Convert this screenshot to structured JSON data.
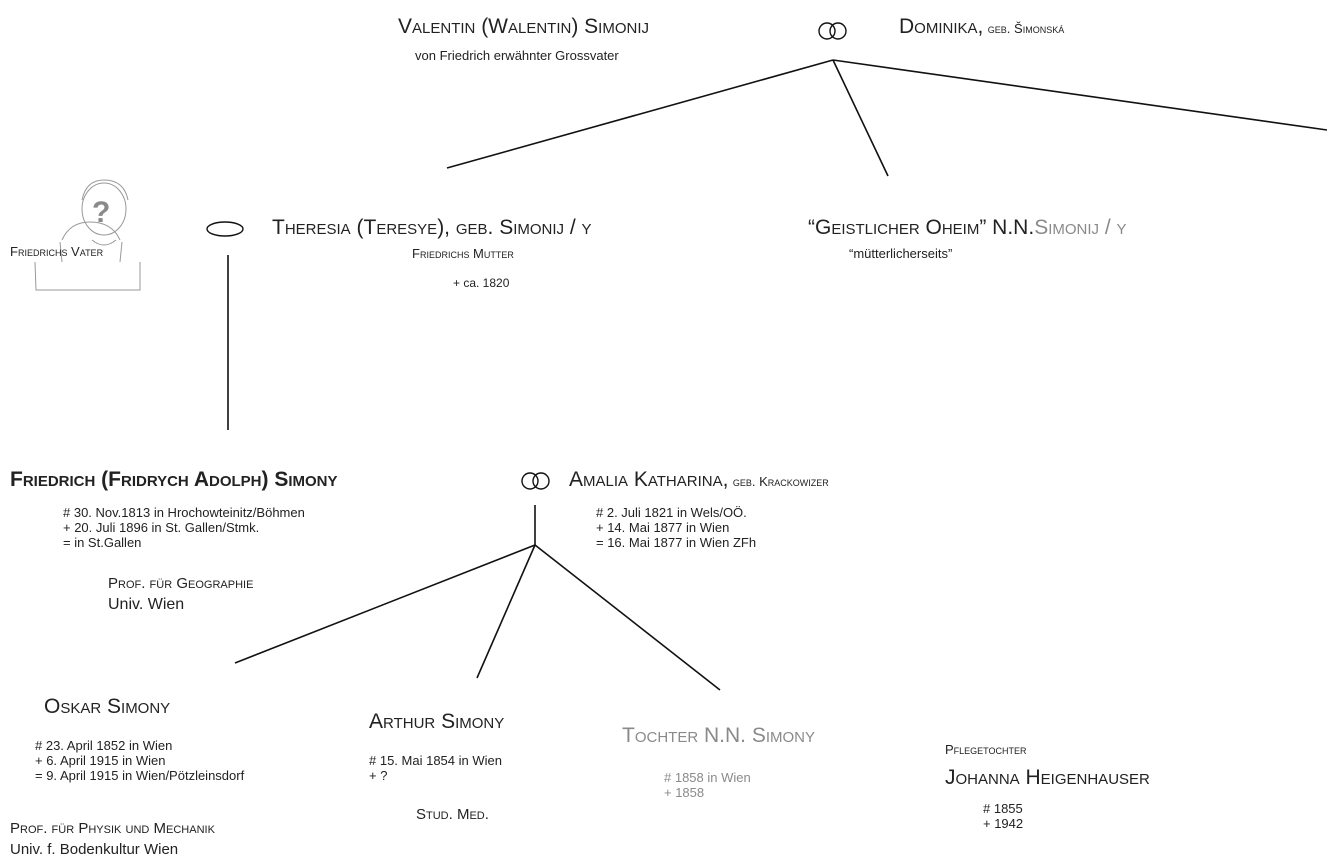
{
  "valentin": {
    "name": "Valentin (Walentin) Simonij",
    "note": "von Friedrich erwähnter Grossvater"
  },
  "dominika": {
    "first": "Dominika,",
    "born": "geb. Šimonská"
  },
  "vater": {
    "label": "Friedrichs Vater"
  },
  "theresia": {
    "name": "Theresia (Teresye), geb. Simonij / y",
    "role": "Friedrichs Mutter",
    "death": "+ ca. 1820"
  },
  "oheim": {
    "name_main": "“Geistlicher Oheim” N.N.",
    "name_grey": "Simonij / y",
    "note": "“mütterlicherseits”"
  },
  "friedrich": {
    "name": "Friedrich (Fridrych Adolph)",
    "surname": "Simony",
    "dates": [
      "# 30. Nov.1813 in Hrochowteinitz/Böhmen",
      "+ 20. Juli  1896 in St. Gallen/Stmk.",
      "=   in St.Gallen"
    ],
    "title": "Prof. für Geographie",
    "inst": "Univ. Wien"
  },
  "amalia": {
    "name": "Amalia Katharina,",
    "born": "geb. Krackowizer",
    "dates": [
      "#  2. Juli 1821 in Wels/OÖ.",
      "+ 14. Mai 1877 in Wien",
      "= 16. Mai 1877 in Wien ZFh"
    ]
  },
  "oskar": {
    "name": "Oskar Simony",
    "dates": [
      "# 23. April 1852 in Wien",
      "+   6. April 1915 in Wien",
      "=   9. April 1915 in Wien/Pötzleinsdorf"
    ],
    "title": "Prof. für Physik und Mechanik",
    "inst": "Univ. f. Bodenkultur Wien"
  },
  "arthur": {
    "name": "Arthur Simony",
    "dates": [
      "# 15. Mai  1854 in Wien",
      "+          ?"
    ],
    "title": "Stud. Med."
  },
  "tochter": {
    "name": "Tochter  N.N. Simony",
    "dates": [
      "# 1858 in Wien",
      "+ 1858"
    ]
  },
  "johanna": {
    "label": "Pflegetochter",
    "name": "Johanna Heigenhauser",
    "dates": [
      "# 1855",
      "+ 1942"
    ]
  },
  "colors": {
    "text": "#222222",
    "grey": "#8a8a8a",
    "line": "#111111"
  }
}
